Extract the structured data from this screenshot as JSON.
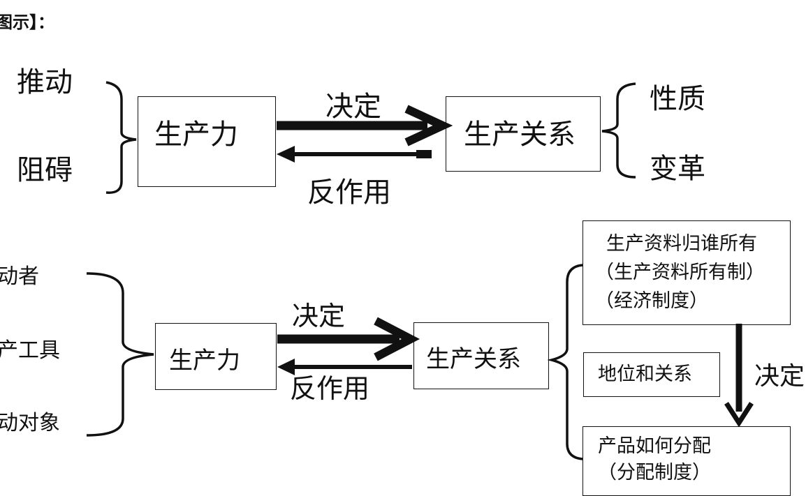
{
  "header": {
    "text": "图示】："
  },
  "top": {
    "left_labels": [
      "推动",
      "阻碍"
    ],
    "productivity": "生产力",
    "relations": "生产关系",
    "determine": "决定",
    "reaction": "反作用",
    "right_labels": [
      "性质",
      "变革"
    ]
  },
  "bottom": {
    "left_labels": [
      "劳动者",
      "生产工具",
      "劳动对象"
    ],
    "productivity": "生产力",
    "relations": "生产关系",
    "determine": "决定",
    "reaction": "反作用",
    "ownership": {
      "line1": "生产资料归谁所有",
      "line2": "（生产资料所有制）",
      "line3": "（经济制度）"
    },
    "status": "地位和关系",
    "distribution": {
      "line1": "产品如何分配",
      "line2": "（分配制度）"
    },
    "determine_side": "决定"
  }
}
